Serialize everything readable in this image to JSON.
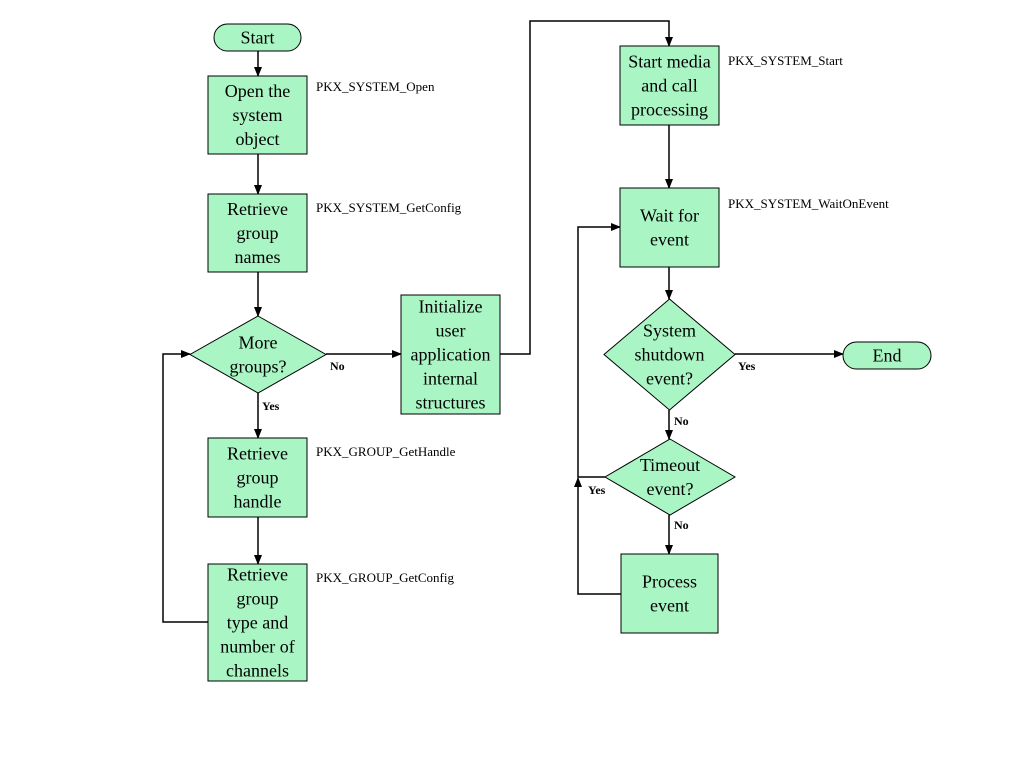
{
  "colors": {
    "node_fill": "#aaf5c4",
    "stroke": "#000000",
    "background": "#ffffff"
  },
  "nodes": {
    "start": {
      "shape": "terminal",
      "lines": [
        "Start"
      ]
    },
    "open": {
      "shape": "process",
      "lines": [
        "Open the",
        "system",
        "object"
      ],
      "api": "PKX_SYSTEM_Open"
    },
    "names": {
      "shape": "process",
      "lines": [
        "Retrieve",
        "group",
        "names"
      ],
      "api": "PKX_SYSTEM_GetConfig"
    },
    "more": {
      "shape": "decision",
      "lines": [
        "More",
        "groups?"
      ]
    },
    "handle": {
      "shape": "process",
      "lines": [
        "Retrieve",
        "group",
        "handle"
      ],
      "api": "PKX_GROUP_GetHandle"
    },
    "type": {
      "shape": "process",
      "lines": [
        "Retrieve",
        "group",
        "type and",
        "number of",
        "channels"
      ],
      "api": "PKX_GROUP_GetConfig"
    },
    "init": {
      "shape": "process",
      "lines": [
        "Initialize",
        "user",
        "application",
        "internal",
        "structures"
      ]
    },
    "startmedia": {
      "shape": "process",
      "lines": [
        "Start media",
        "and call",
        "processing"
      ],
      "api": "PKX_SYSTEM_Start"
    },
    "wait": {
      "shape": "process",
      "lines": [
        "Wait for",
        "event"
      ],
      "api": "PKX_SYSTEM_WaitOnEvent"
    },
    "shutdown": {
      "shape": "decision",
      "lines": [
        "System",
        "shutdown",
        "event?"
      ]
    },
    "end": {
      "shape": "terminal",
      "lines": [
        "End"
      ]
    },
    "timeout": {
      "shape": "decision",
      "lines": [
        "Timeout",
        "event?"
      ]
    },
    "process": {
      "shape": "process",
      "lines": [
        "Process",
        "event"
      ]
    }
  },
  "edges": [
    {
      "id": "start-open",
      "from": "start",
      "to": "open"
    },
    {
      "id": "open-names",
      "from": "open",
      "to": "names"
    },
    {
      "id": "names-more",
      "from": "names",
      "to": "more"
    },
    {
      "id": "more-handle",
      "from": "more",
      "to": "handle",
      "label": "Yes"
    },
    {
      "id": "handle-type",
      "from": "handle",
      "to": "type"
    },
    {
      "id": "type-more",
      "from": "type",
      "to": "more"
    },
    {
      "id": "more-init",
      "from": "more",
      "to": "init",
      "label": "No"
    },
    {
      "id": "init-startmedia",
      "from": "init",
      "to": "startmedia"
    },
    {
      "id": "startmedia-wait",
      "from": "startmedia",
      "to": "wait"
    },
    {
      "id": "wait-shutdown",
      "from": "wait",
      "to": "shutdown"
    },
    {
      "id": "shutdown-end",
      "from": "shutdown",
      "to": "end",
      "label": "Yes"
    },
    {
      "id": "shutdown-timeout",
      "from": "shutdown",
      "to": "timeout",
      "label": "No"
    },
    {
      "id": "timeout-process",
      "from": "timeout",
      "to": "process",
      "label": "No"
    },
    {
      "id": "timeout-wait",
      "from": "timeout",
      "to": "wait",
      "label": "Yes"
    },
    {
      "id": "process-wait",
      "from": "process",
      "to": "wait"
    }
  ]
}
